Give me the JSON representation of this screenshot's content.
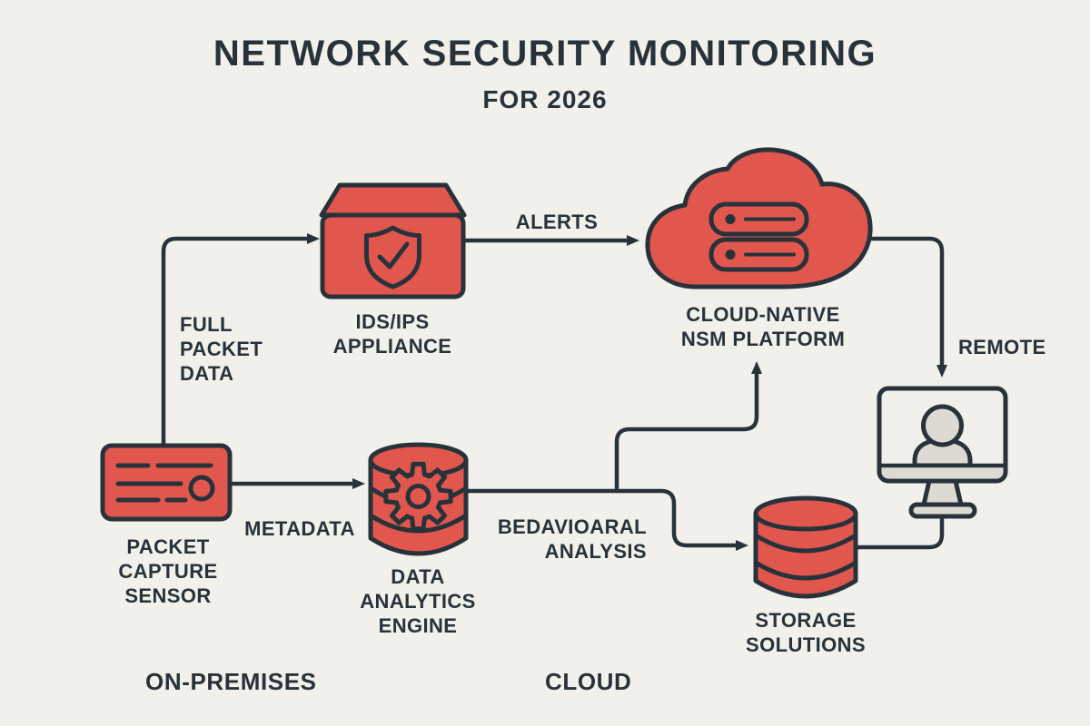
{
  "title": {
    "main": "NETWORK SECURITY MONITORING",
    "subtitle": "FOR 2026"
  },
  "colors": {
    "background": "#f2f0ea",
    "accent_red": "#e2574d",
    "ink": "#28323b",
    "monitor_grey": "#dcdad2"
  },
  "nodes": {
    "sensor": {
      "icon": "capture-card-icon",
      "label_lines": [
        "PACKET",
        "CAPTURE",
        "SENSOR"
      ]
    },
    "ids": {
      "icon": "shield-box-icon",
      "label_lines": [
        "IDS/IPS",
        "APPLIANCE"
      ]
    },
    "cloud": {
      "icon": "cloud-servers-icon",
      "label_lines": [
        "CLOUD-NATIVE",
        "NSM PLATFORM"
      ]
    },
    "analytics": {
      "icon": "database-gear-icon",
      "label_lines": [
        "DATA",
        "ANALYTICS",
        "ENGINE"
      ]
    },
    "storage": {
      "icon": "database-stack-icon",
      "label_lines": [
        "STORAGE",
        "SOLUTIONS"
      ]
    },
    "remote": {
      "icon": "monitor-user-icon",
      "label": "REMOTE"
    }
  },
  "edges": {
    "full_packet_data": {
      "label_lines": [
        "FULL",
        "PACKET",
        "DATA"
      ]
    },
    "alerts": {
      "label": "ALERTS"
    },
    "metadata": {
      "label": "METADATA"
    },
    "behavioral": {
      "label_lines": [
        "BEDAVIOARAL",
        "ANALYSIS"
      ]
    }
  },
  "zones": {
    "on_premises": "ON-PREMISES",
    "cloud": "CLOUD"
  }
}
